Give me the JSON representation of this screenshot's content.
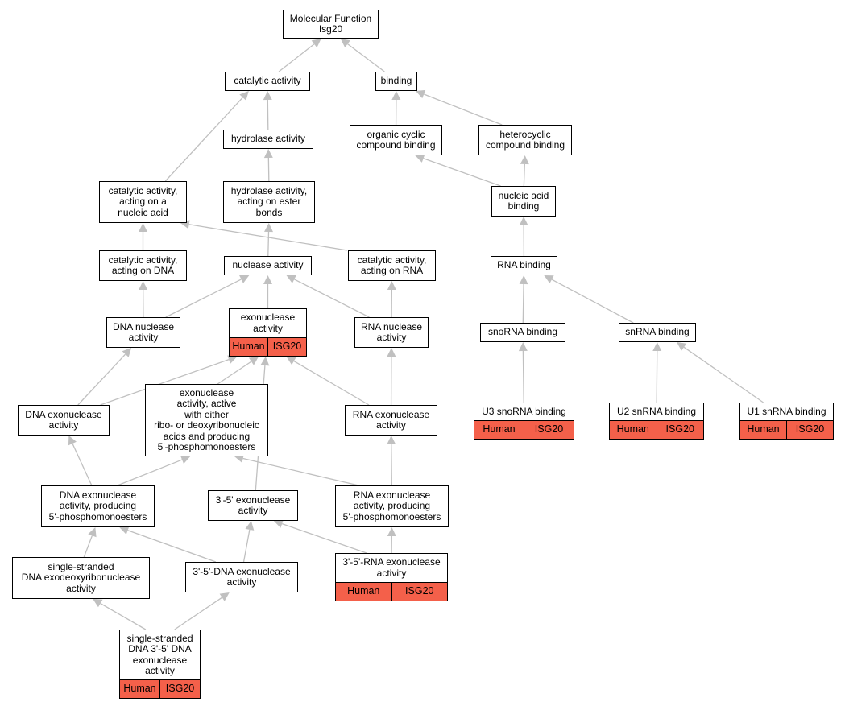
{
  "graph": {
    "nodes": [
      {
        "id": "mf",
        "label": "Molecular Function\nIsg20"
      },
      {
        "id": "catalytic",
        "label": "catalytic activity"
      },
      {
        "id": "binding",
        "label": "binding"
      },
      {
        "id": "hydrolase",
        "label": "hydrolase activity"
      },
      {
        "id": "orgcyclic",
        "label": "organic cyclic\ncompound binding"
      },
      {
        "id": "hetcyclic",
        "label": "heterocyclic\ncompound binding"
      },
      {
        "id": "cat_na",
        "label": "catalytic activity,\nacting on a\nnucleic acid"
      },
      {
        "id": "hydro_ester",
        "label": "hydrolase activity,\nacting on ester\nbonds"
      },
      {
        "id": "nabind",
        "label": "nucleic acid\nbinding"
      },
      {
        "id": "cat_dna",
        "label": "catalytic activity,\nacting on DNA"
      },
      {
        "id": "nuclease",
        "label": "nuclease activity"
      },
      {
        "id": "cat_rna",
        "label": "catalytic activity,\nacting on RNA"
      },
      {
        "id": "rnabind",
        "label": "RNA binding"
      },
      {
        "id": "dnanuc",
        "label": "DNA nuclease\nactivity"
      },
      {
        "id": "exonuc",
        "label": "exonuclease\nactivity",
        "annotation": [
          "Human",
          "ISG20"
        ]
      },
      {
        "id": "rnanuc",
        "label": "RNA nuclease\nactivity"
      },
      {
        "id": "snorna",
        "label": "snoRNA binding"
      },
      {
        "id": "snrna",
        "label": "snRNA binding"
      },
      {
        "id": "dnaexo",
        "label": "DNA exonuclease\nactivity"
      },
      {
        "id": "exo_either",
        "label": "exonuclease\nactivity, active\nwith either\nribo- or deoxyribonucleic\nacids and producing\n5'-phosphomonoesters"
      },
      {
        "id": "rnaexo",
        "label": "RNA exonuclease\nactivity"
      },
      {
        "id": "u3",
        "label": "U3 snoRNA binding",
        "annotation": [
          "Human",
          "ISG20"
        ]
      },
      {
        "id": "u2",
        "label": "U2 snRNA binding",
        "annotation": [
          "Human",
          "ISG20"
        ]
      },
      {
        "id": "u1",
        "label": "U1 snRNA binding",
        "annotation": [
          "Human",
          "ISG20"
        ]
      },
      {
        "id": "dnaexo5",
        "label": "DNA exonuclease\nactivity, producing\n5'-phosphomonoesters"
      },
      {
        "id": "exo35",
        "label": "3'-5' exonuclease\nactivity"
      },
      {
        "id": "rnaexo5",
        "label": "RNA exonuclease\nactivity, producing\n5'-phosphomonoesters"
      },
      {
        "id": "ssdna",
        "label": "single-stranded\nDNA exodeoxyribonuclease\nactivity"
      },
      {
        "id": "dna35",
        "label": "3'-5'-DNA exonuclease\nactivity"
      },
      {
        "id": "rna35",
        "label": "3'-5'-RNA exonuclease\nactivity",
        "annotation": [
          "Human",
          "ISG20"
        ]
      },
      {
        "id": "ss35",
        "label": "single-stranded\nDNA 3'-5' DNA\nexonuclease\nactivity",
        "annotation": [
          "Human",
          "ISG20"
        ]
      }
    ],
    "edges": [
      [
        "catalytic",
        "mf"
      ],
      [
        "binding",
        "mf"
      ],
      [
        "hydrolase",
        "catalytic"
      ],
      [
        "cat_na",
        "catalytic"
      ],
      [
        "orgcyclic",
        "binding"
      ],
      [
        "hetcyclic",
        "binding"
      ],
      [
        "hydro_ester",
        "hydrolase"
      ],
      [
        "nabind",
        "orgcyclic"
      ],
      [
        "nabind",
        "hetcyclic"
      ],
      [
        "cat_dna",
        "cat_na"
      ],
      [
        "cat_rna",
        "cat_na"
      ],
      [
        "nuclease",
        "hydro_ester"
      ],
      [
        "rnabind",
        "nabind"
      ],
      [
        "dnanuc",
        "cat_dna"
      ],
      [
        "dnanuc",
        "nuclease"
      ],
      [
        "exonuc",
        "nuclease"
      ],
      [
        "rnanuc",
        "nuclease"
      ],
      [
        "rnanuc",
        "cat_rna"
      ],
      [
        "snorna",
        "rnabind"
      ],
      [
        "snrna",
        "rnabind"
      ],
      [
        "dnaexo",
        "dnanuc"
      ],
      [
        "dnaexo",
        "exonuc"
      ],
      [
        "exo_either",
        "exonuc"
      ],
      [
        "rnaexo",
        "exonuc"
      ],
      [
        "rnaexo",
        "rnanuc"
      ],
      [
        "u3",
        "snorna"
      ],
      [
        "u2",
        "snrna"
      ],
      [
        "u1",
        "snrna"
      ],
      [
        "dnaexo5",
        "dnaexo"
      ],
      [
        "dnaexo5",
        "exo_either"
      ],
      [
        "exo35",
        "exonuc"
      ],
      [
        "rnaexo5",
        "exo_either"
      ],
      [
        "rnaexo5",
        "rnaexo"
      ],
      [
        "ssdna",
        "dnaexo5"
      ],
      [
        "dna35",
        "dnaexo5"
      ],
      [
        "dna35",
        "exo35"
      ],
      [
        "rna35",
        "exo35"
      ],
      [
        "rna35",
        "rnaexo5"
      ],
      [
        "ss35",
        "ssdna"
      ],
      [
        "ss35",
        "dna35"
      ]
    ],
    "annotation_color": "#f4604a",
    "edge_color": "#c0c0c0"
  }
}
